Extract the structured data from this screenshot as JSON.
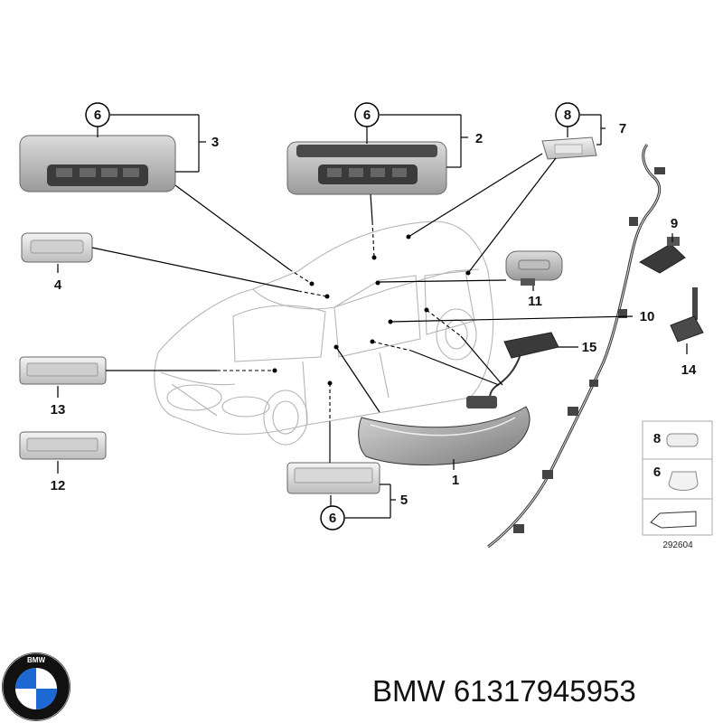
{
  "callouts": {
    "c1": "1",
    "c2": "2",
    "c3": "3",
    "c4": "4",
    "c5": "5",
    "c6a": "6",
    "c6b": "6",
    "c6c": "6",
    "c6d": "6",
    "c7": "7",
    "c8a": "8",
    "c8b": "8",
    "c9": "9",
    "c10": "10",
    "c11": "11",
    "c12": "12",
    "c13": "13",
    "c14": "14",
    "c15": "15"
  },
  "diagram_ref": "292604",
  "logo": {
    "text": "BMW",
    "colors": {
      "blue": "#1c69d4",
      "white": "#ffffff",
      "ring": "#111111"
    }
  },
  "caption": {
    "brand": "BMW",
    "part_number": "61317945953",
    "full": "BMW 61317945953"
  }
}
